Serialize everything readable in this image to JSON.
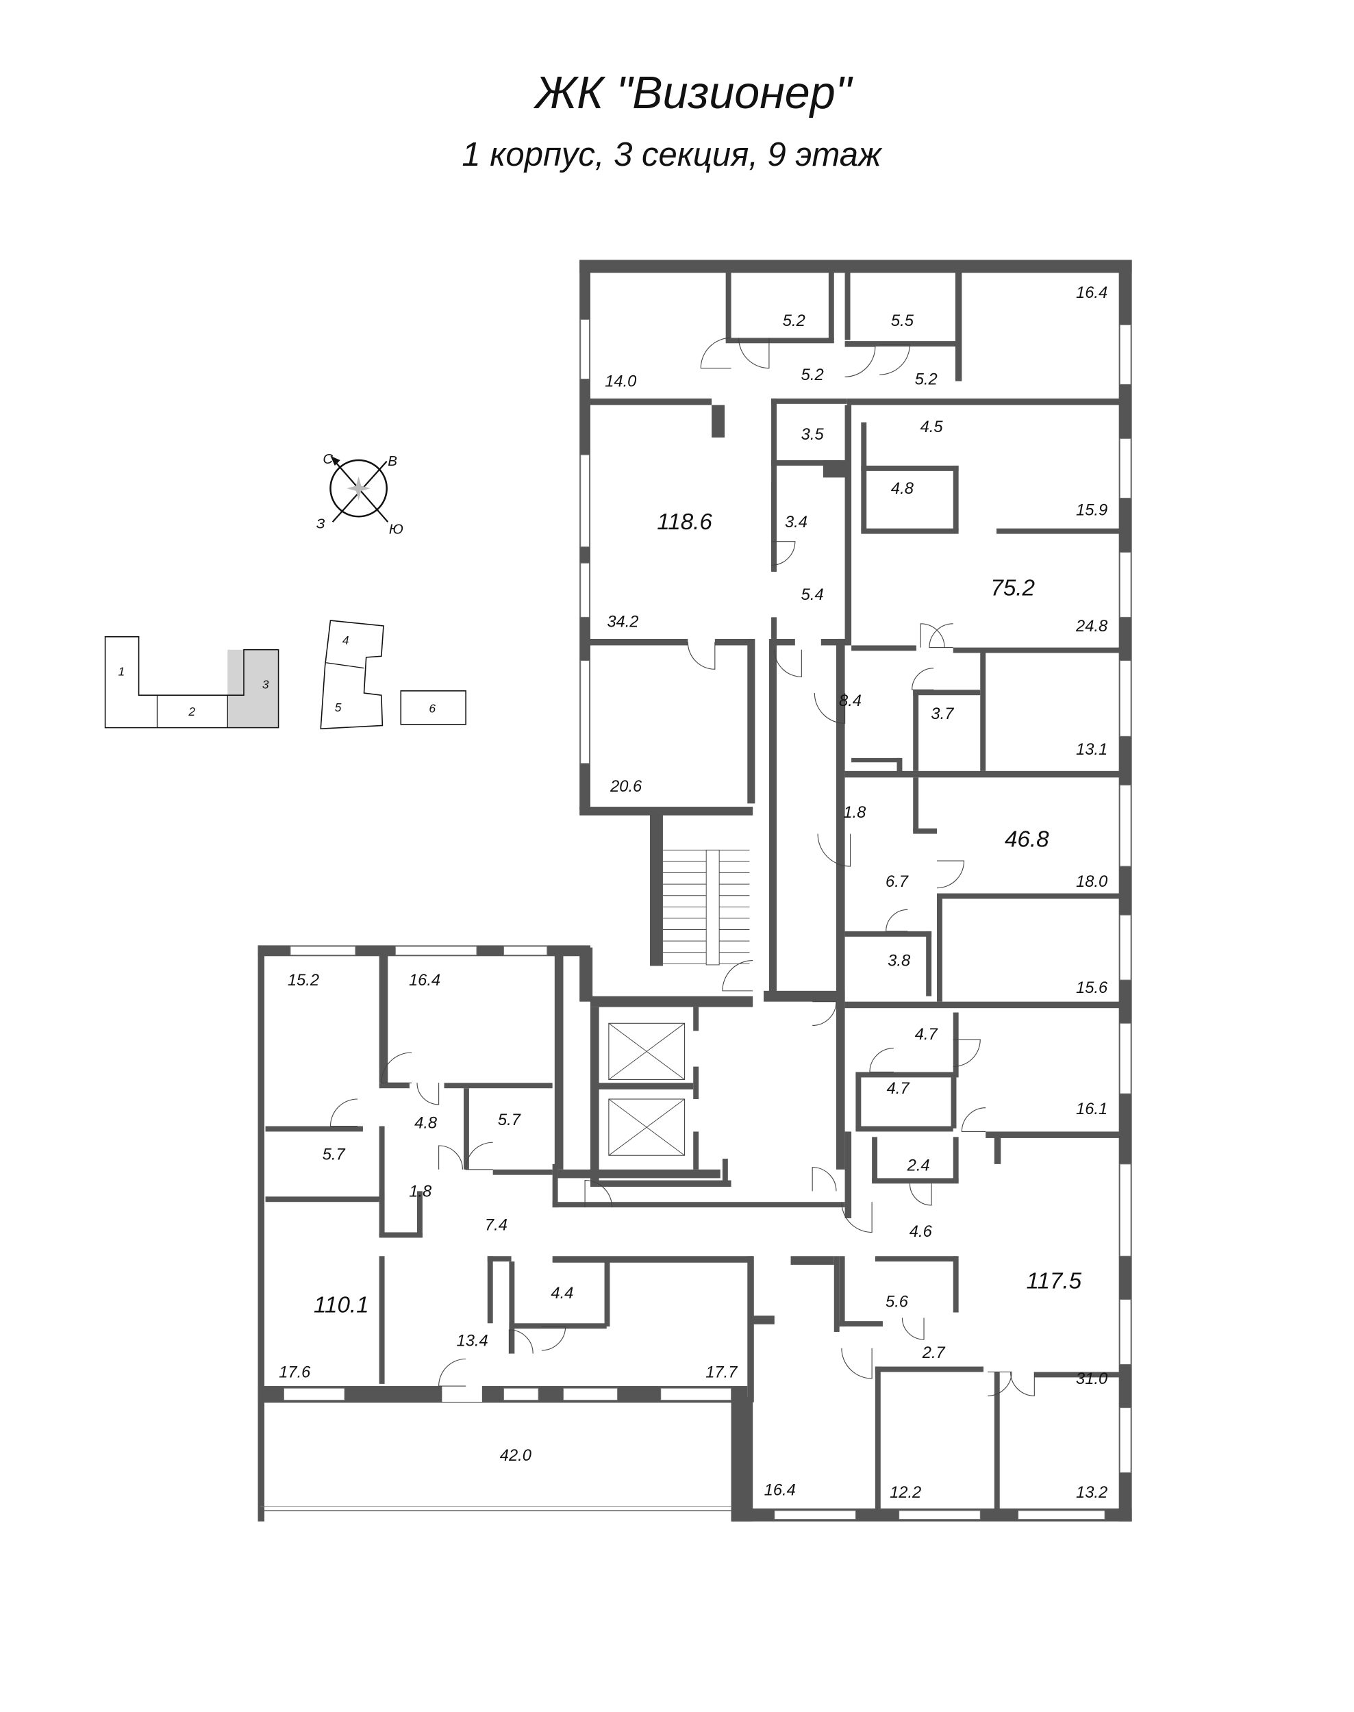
{
  "header": {
    "title": "ЖК \"Визионер\"",
    "subtitle": "1 корпус, 3 секция, 9 этаж"
  },
  "compass": {
    "icon": "compass-rose-icon",
    "north": "С",
    "east": "В",
    "west": "З",
    "south": "Ю"
  },
  "key_plan": {
    "sections": [
      "1",
      "2",
      "3",
      "4",
      "5",
      "6"
    ],
    "highlighted_section": "3",
    "highlight_color": "#d3d3d3"
  },
  "plan": {
    "wall_color": "#555555",
    "apartment_totals": [
      "118.6",
      "75.2",
      "46.8",
      "117.5",
      "110.1"
    ],
    "rooms": [
      "14.0",
      "5.2",
      "5.5",
      "16.4",
      "5.2",
      "5.2",
      "3.5",
      "4.5",
      "4.8",
      "3.4",
      "15.9",
      "5.4",
      "34.2",
      "24.8",
      "8.4",
      "3.7",
      "13.1",
      "20.6",
      "1.8",
      "6.7",
      "18.0",
      "3.8",
      "15.6",
      "4.7",
      "4.7",
      "16.1",
      "2.4",
      "4.6",
      "5.6",
      "2.7",
      "31.0",
      "12.2",
      "13.2",
      "16.4",
      "15.2",
      "16.4",
      "4.8",
      "5.7",
      "5.7",
      "1.8",
      "7.4",
      "4.4",
      "13.4",
      "17.6",
      "17.7",
      "42.0"
    ]
  }
}
